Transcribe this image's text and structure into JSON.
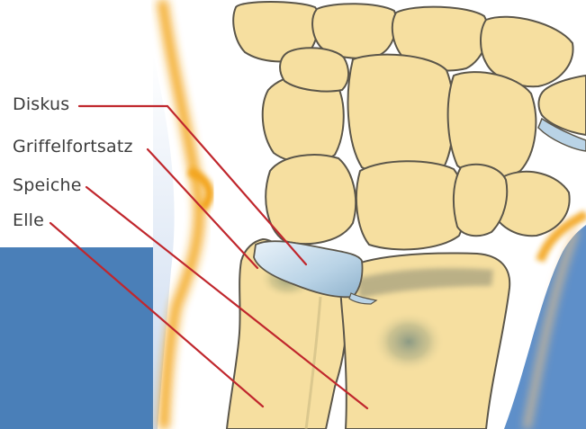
{
  "labels": {
    "diskus": "Diskus",
    "griffelfortsatz": "Griffelfortsatz",
    "speiche": "Speiche",
    "elle": "Elle"
  },
  "colors": {
    "bone_fill": "#f6dfa0",
    "bone_stroke": "#5b564a",
    "leader_line": "#c0272d",
    "skin_glow": "#f3a51f",
    "background_blue": "#4a7fb8",
    "disc": "#b9d3e6"
  }
}
